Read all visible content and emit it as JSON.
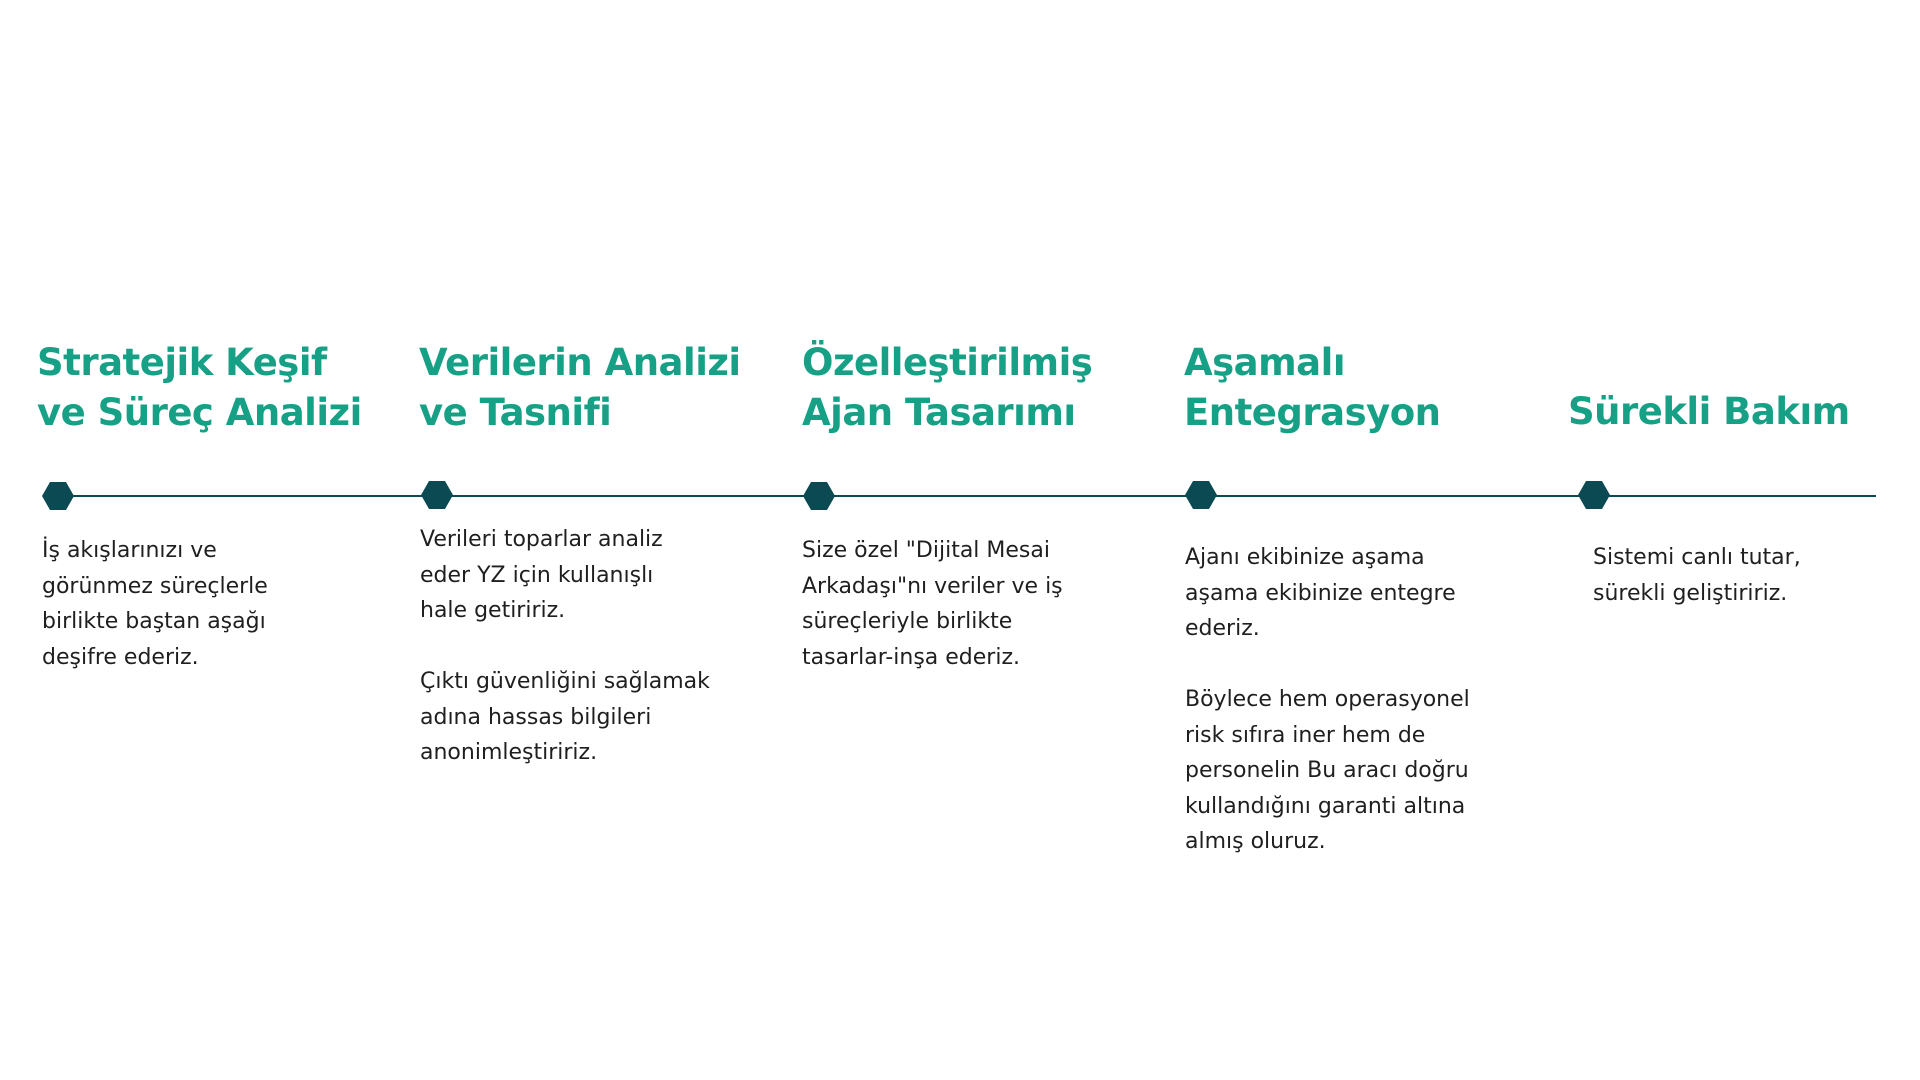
{
  "colors": {
    "title": "#16a085",
    "line": "#0b4a52",
    "text": "#1f1f1f",
    "background": "#ffffff"
  },
  "steps": [
    {
      "title_lines": [
        "Stratejik Keşif",
        "ve Süreç Analizi"
      ],
      "paragraphs": [
        [
          "İş akışlarınızı ve",
          "görünmez süreçlerle",
          "birlikte baştan aşağı",
          "deşifre ederiz."
        ]
      ]
    },
    {
      "title_lines": [
        "Verilerin Analizi",
        "ve Tasnifi"
      ],
      "paragraphs": [
        [
          "Verileri toparlar analiz",
          "eder YZ için kullanışlı",
          "hale getiririz."
        ],
        [
          "Çıktı güvenliğini sağlamak",
          "adına hassas bilgileri",
          "anonimleştiririz."
        ]
      ]
    },
    {
      "title_lines": [
        "Özelleştirilmiş",
        "Ajan Tasarımı"
      ],
      "paragraphs": [
        [
          "Size özel \"Dijital Mesai",
          "Arkadaşı\"nı veriler ve iş",
          "süreçleriyle birlikte",
          "tasarlar-inşa ederiz."
        ]
      ]
    },
    {
      "title_lines": [
        "Aşamalı",
        "Entegrasyon"
      ],
      "paragraphs": [
        [
          "Ajanı ekibinize aşama",
          "aşama ekibinize entegre",
          "ederiz."
        ],
        [
          "Böylece hem operasyonel",
          "risk sıfıra iner hem de",
          "personelin Bu aracı doğru",
          "kullandığını garanti altına",
          "almış oluruz."
        ]
      ]
    },
    {
      "title_lines": [
        "Sürekli Bakım"
      ],
      "paragraphs": [
        [
          "Sistemi canlı tutar,",
          "sürekli geliştiririz."
        ]
      ]
    }
  ]
}
